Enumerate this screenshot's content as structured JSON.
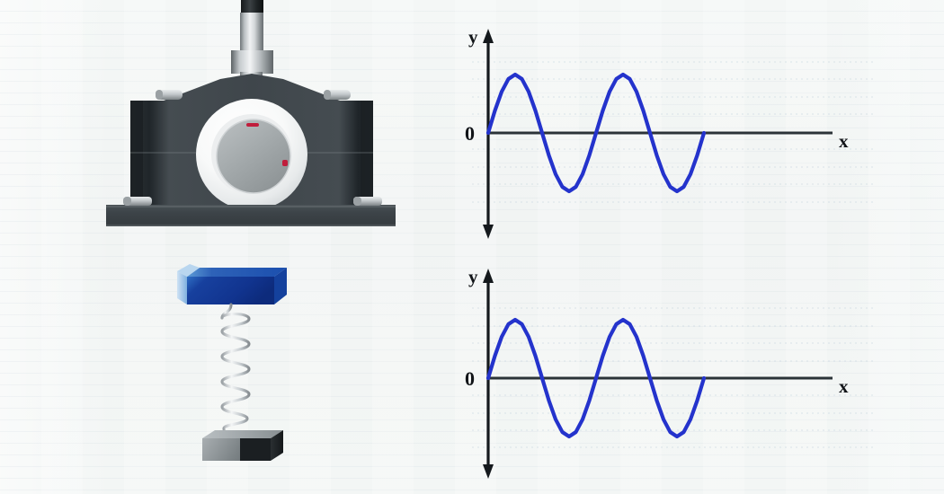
{
  "figure": {
    "background_color": "#f2f5f4",
    "curve_color": "#2433cc",
    "axis_color": "#1b2126"
  },
  "illustrations": [
    {
      "name": "pillow-block-bearing",
      "description": "Pillow block bearing housing with vertical shaft",
      "housing_color": "#3c4347",
      "base_color": "#3a4145",
      "shaft_color": "#c9cdd0",
      "ring_color": "#f7f8f8",
      "bore_color": "#9aa0a2",
      "marker_color": "#b81b3a"
    },
    {
      "name": "spring-mass-system",
      "description": "Blue support beam with helical spring and suspended mass block",
      "beam_color": "#1340a8",
      "beam_face_color": "#9dc2e8",
      "spring_color": "#c3c8cc",
      "mass_color": "#1d2124",
      "mass_face_color": "#8e9497"
    }
  ],
  "charts": [
    {
      "id": "chart-top",
      "y_axis_label": "y",
      "x_axis_label": "x",
      "origin_label": "0"
    },
    {
      "id": "chart-bottom",
      "y_axis_label": "y",
      "x_axis_label": "x",
      "origin_label": "0"
    }
  ],
  "chart_data": [
    {
      "type": "line",
      "id": "chart-top",
      "title": "",
      "xlabel": "x",
      "ylabel": "y",
      "origin_label": "0",
      "grid": true,
      "grid_orientation": "horizontal-dotted",
      "legend": "none",
      "xlim": [
        0,
        4.6
      ],
      "ylim": [
        -1.25,
        1.25
      ],
      "series": [
        {
          "name": "sine wave",
          "color": "#2433cc",
          "function": "y = sin(2*pi*x)",
          "amplitude": 1.0,
          "period": 2.0,
          "cycles": 2,
          "phase": 0,
          "x": [
            0,
            0.125,
            0.25,
            0.375,
            0.5,
            0.625,
            0.75,
            0.875,
            1.0,
            1.125,
            1.25,
            1.375,
            1.5,
            1.625,
            1.75,
            1.875,
            2.0,
            2.125,
            2.25,
            2.375,
            2.5,
            2.625,
            2.75,
            2.875,
            3.0,
            3.125,
            3.25,
            3.375,
            3.5,
            3.625,
            3.75,
            3.875,
            4.0
          ],
          "values": [
            0,
            0.383,
            0.707,
            0.924,
            1.0,
            0.924,
            0.707,
            0.383,
            0,
            -0.383,
            -0.707,
            -0.924,
            -1.0,
            -0.924,
            -0.707,
            -0.383,
            0,
            0.383,
            0.707,
            0.924,
            1.0,
            0.924,
            0.707,
            0.383,
            0,
            -0.383,
            -0.707,
            -0.924,
            -1.0,
            -0.924,
            -0.707,
            -0.383,
            0
          ]
        }
      ]
    },
    {
      "type": "line",
      "id": "chart-bottom",
      "title": "",
      "xlabel": "x",
      "ylabel": "y",
      "origin_label": "0",
      "grid": true,
      "grid_orientation": "horizontal-dotted",
      "legend": "none",
      "xlim": [
        0,
        4.6
      ],
      "ylim": [
        -1.25,
        1.25
      ],
      "series": [
        {
          "name": "sine wave",
          "color": "#2433cc",
          "function": "y = sin(2*pi*x)",
          "amplitude": 1.0,
          "period": 2.0,
          "cycles": 2,
          "phase": 0,
          "x": [
            0,
            0.125,
            0.25,
            0.375,
            0.5,
            0.625,
            0.75,
            0.875,
            1.0,
            1.125,
            1.25,
            1.375,
            1.5,
            1.625,
            1.75,
            1.875,
            2.0,
            2.125,
            2.25,
            2.375,
            2.5,
            2.625,
            2.75,
            2.875,
            3.0,
            3.125,
            3.25,
            3.375,
            3.5,
            3.625,
            3.75,
            3.875,
            4.0
          ],
          "values": [
            0,
            0.383,
            0.707,
            0.924,
            1.0,
            0.924,
            0.707,
            0.383,
            0,
            -0.383,
            -0.707,
            -0.924,
            -1.0,
            -0.924,
            -0.707,
            -0.383,
            0,
            0.383,
            0.707,
            0.924,
            1.0,
            0.924,
            0.707,
            0.383,
            0,
            -0.383,
            -0.707,
            -0.924,
            -1.0,
            -0.924,
            -0.707,
            -0.383,
            0
          ]
        }
      ]
    }
  ]
}
